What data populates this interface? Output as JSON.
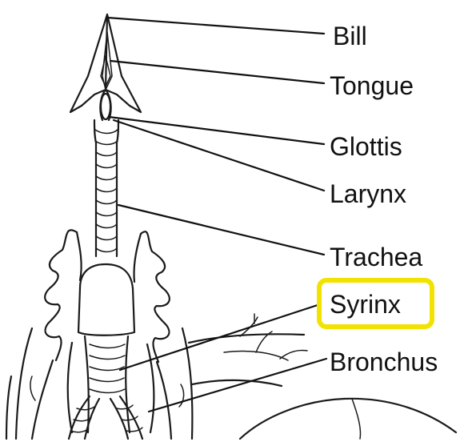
{
  "labels": {
    "bill": "Bill",
    "tongue": "Tongue",
    "glottis": "Glottis",
    "larynx": "Larynx",
    "trachea": "Trachea",
    "syrinx": "Syrinx",
    "bronchus": "Bronchus"
  },
  "highlight": {
    "label": "syrinx",
    "fill_color": "#ffffff",
    "border_color": "#f2e200"
  }
}
